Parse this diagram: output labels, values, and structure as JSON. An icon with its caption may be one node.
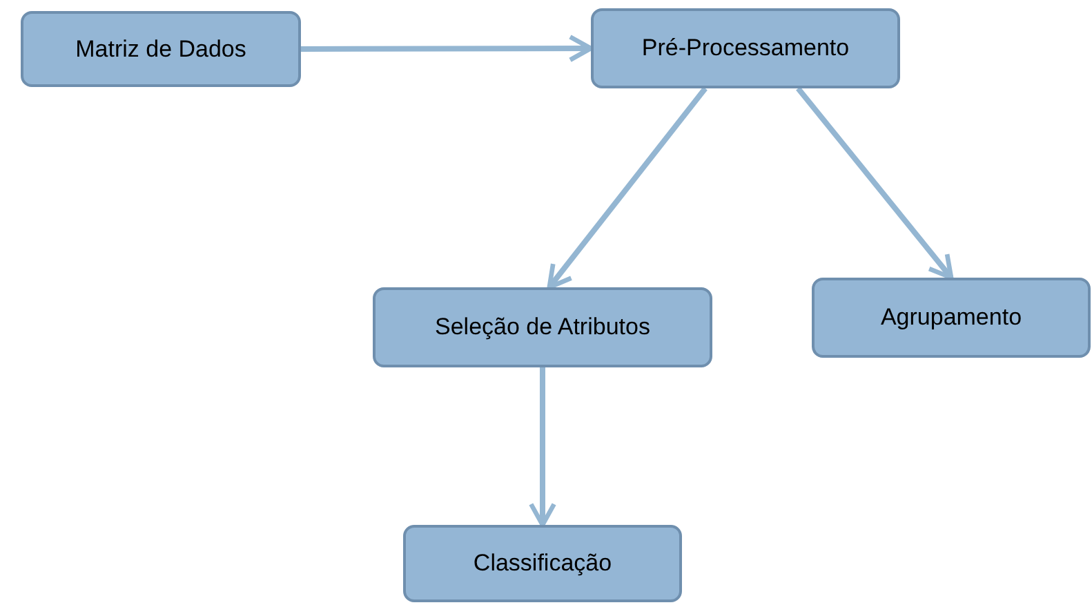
{
  "diagram": {
    "nodes": [
      {
        "text": [
          "Matriz de Dados"
        ]
      },
      {
        "text": [
          "Pré-Processamento"
        ]
      },
      {
        "text": [
          "Seleção de Atributos"
        ]
      },
      {
        "text": [
          "Agrupamento"
        ]
      },
      {
        "text": [
          "Classificação"
        ]
      }
    ],
    "edges": [
      {
        "from": 0,
        "to": 1,
        "arrow": "to"
      },
      {
        "from": 1,
        "to": 2,
        "arrow": "to"
      },
      {
        "from": 1,
        "to": 3,
        "arrow": "to"
      },
      {
        "from": 2,
        "to": 4,
        "arrow": "to"
      }
    ]
  }
}
